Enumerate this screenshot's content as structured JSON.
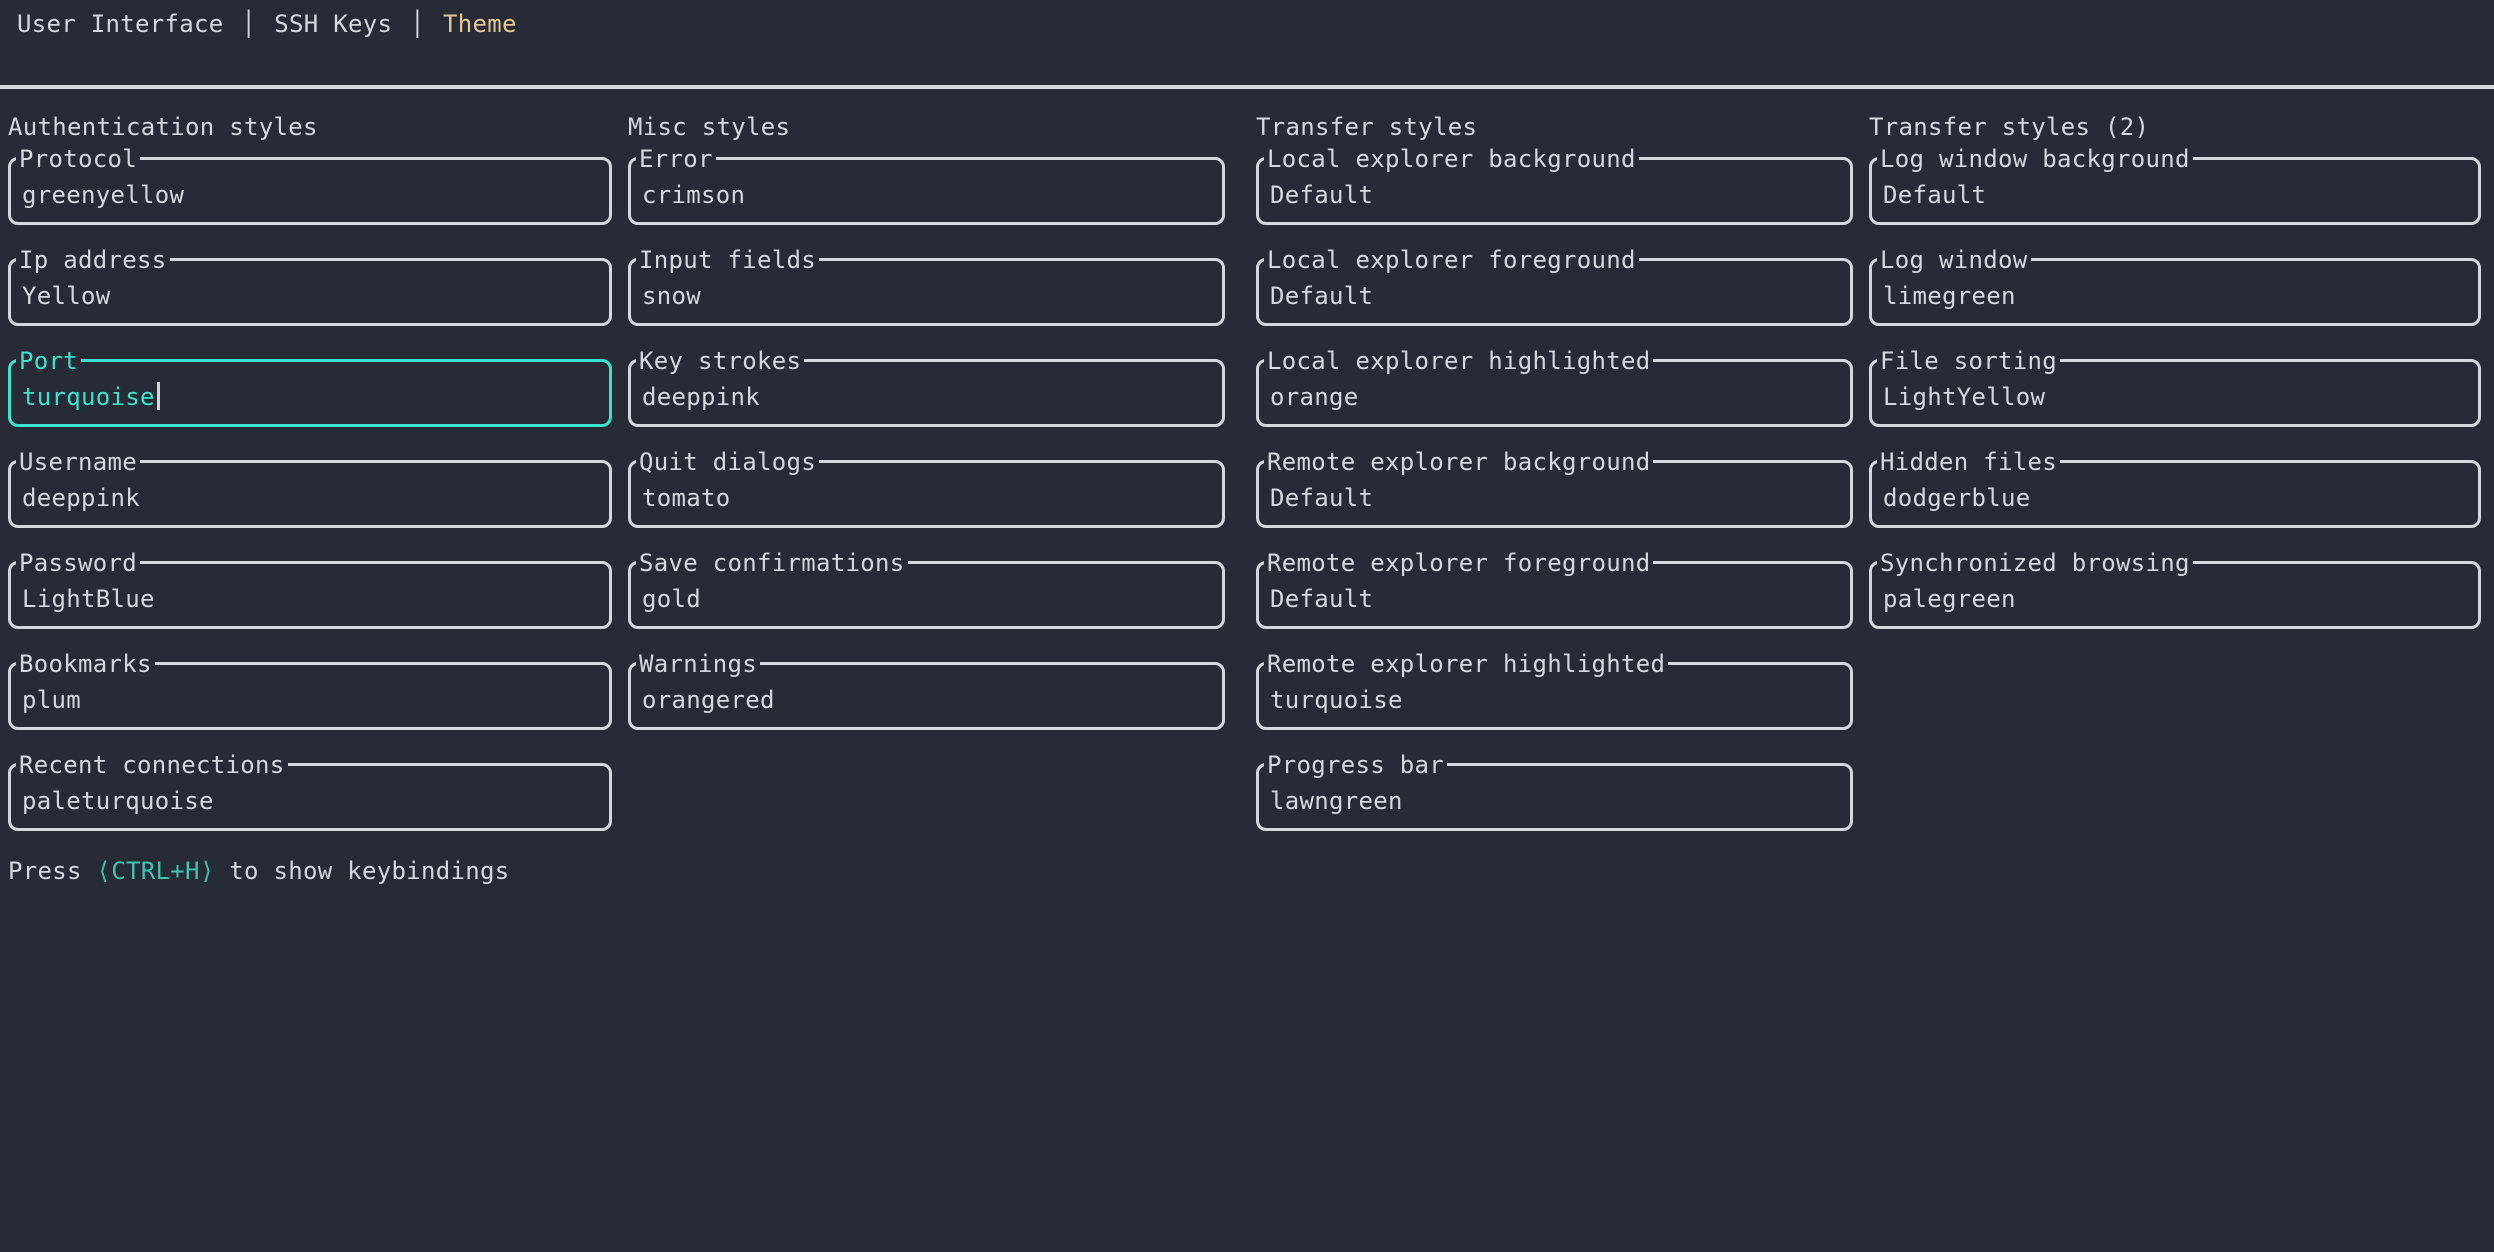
{
  "tabs": {
    "separator": "│",
    "items": [
      {
        "label": "User Interface",
        "active": false
      },
      {
        "label": "SSH Keys",
        "active": false
      },
      {
        "label": "Theme",
        "active": true
      }
    ]
  },
  "columns": [
    {
      "header": "Authentication styles",
      "fields": [
        {
          "label": "Protocol",
          "value": "greenyellow",
          "focused": false
        },
        {
          "label": "Ip address",
          "value": "Yellow",
          "focused": false
        },
        {
          "label": "Port",
          "value": "turquoise",
          "focused": true
        },
        {
          "label": "Username",
          "value": "deeppink",
          "focused": false
        },
        {
          "label": "Password",
          "value": "LightBlue",
          "focused": false
        },
        {
          "label": "Bookmarks",
          "value": "plum",
          "focused": false
        },
        {
          "label": "Recent connections",
          "value": "paleturquoise",
          "focused": false
        }
      ]
    },
    {
      "header": "Misc styles",
      "fields": [
        {
          "label": "Error",
          "value": "crimson",
          "focused": false
        },
        {
          "label": "Input fields",
          "value": "snow",
          "focused": false
        },
        {
          "label": "Key strokes",
          "value": "deeppink",
          "focused": false
        },
        {
          "label": "Quit dialogs",
          "value": "tomato",
          "focused": false
        },
        {
          "label": "Save confirmations",
          "value": "gold",
          "focused": false
        },
        {
          "label": "Warnings",
          "value": "orangered",
          "focused": false
        }
      ]
    },
    {
      "header": "Transfer styles",
      "fields": [
        {
          "label": "Local explorer background",
          "value": "Default",
          "focused": false
        },
        {
          "label": "Local explorer foreground",
          "value": "Default",
          "focused": false
        },
        {
          "label": "Local explorer highlighted",
          "value": "orange",
          "focused": false
        },
        {
          "label": "Remote explorer background",
          "value": "Default",
          "focused": false
        },
        {
          "label": "Remote explorer foreground",
          "value": "Default",
          "focused": false
        },
        {
          "label": "Remote explorer highlighted",
          "value": "turquoise",
          "focused": false
        },
        {
          "label": "Progress bar",
          "value": "lawngreen",
          "focused": false
        }
      ]
    },
    {
      "header": "Transfer styles (2)",
      "fields": [
        {
          "label": "Log window background",
          "value": "Default",
          "focused": false
        },
        {
          "label": "Log window",
          "value": "limegreen",
          "focused": false
        },
        {
          "label": "File sorting",
          "value": "LightYellow",
          "focused": false
        },
        {
          "label": "Hidden files",
          "value": "dodgerblue",
          "focused": false
        },
        {
          "label": "Synchronized browsing",
          "value": "palegreen",
          "focused": false
        }
      ]
    }
  ],
  "help": {
    "prefix": "Press ",
    "key": "⟨CTRL+H⟩",
    "suffix": " to show keybindings"
  },
  "colors": {
    "background": "#262B36",
    "foreground": "#D3D8DE",
    "tab_active": "#E6C894",
    "focus": "#3BE2CD",
    "help_accent": "#3FC3B2"
  }
}
